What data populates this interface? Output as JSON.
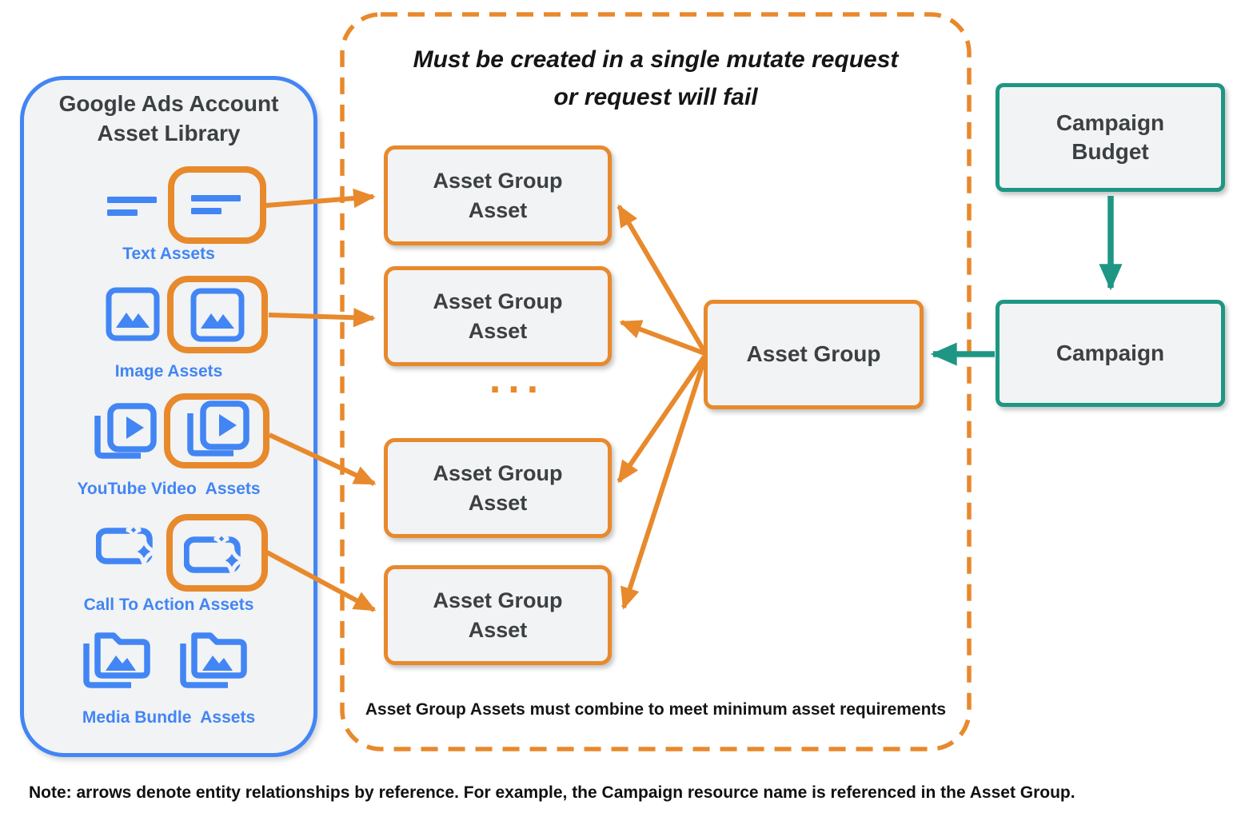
{
  "library": {
    "title_lines": [
      "Google Ads Account",
      "Asset Library"
    ],
    "items": [
      {
        "label": "Text Assets",
        "icon": "text-lines-icon"
      },
      {
        "label": "Image Assets",
        "icon": "image-icon"
      },
      {
        "label": "YouTube Video  Assets",
        "icon": "video-stack-icon"
      },
      {
        "label": "Call To Action Assets",
        "icon": "cta-sparkle-icon"
      },
      {
        "label": "Media Bundle  Assets",
        "icon": "media-bundle-folder-icon"
      }
    ]
  },
  "mutate_panel": {
    "title_lines": [
      "Must be created in a single mutate request",
      "or request will fail"
    ],
    "boxes": [
      {
        "label": "Asset Group Asset"
      },
      {
        "label": "Asset Group Asset"
      },
      {
        "label": "Asset Group Asset"
      },
      {
        "label": "Asset Group Asset"
      }
    ],
    "ellipsis": "...",
    "footnote": "Asset Group Assets must combine to meet minimum asset requirements"
  },
  "asset_group": {
    "label": "Asset Group"
  },
  "campaign_budget": {
    "label": "Campaign Budget"
  },
  "campaign": {
    "label": "Campaign"
  },
  "note": "Note: arrows denote entity relationships by reference. For example, the Campaign resource name is referenced in the Asset Group.",
  "colors": {
    "orange": "#E8892C",
    "blue": "#4285F4",
    "teal": "#1E9684",
    "panel_fill": "#F1F3F4",
    "text_dark": "#3C4043"
  }
}
